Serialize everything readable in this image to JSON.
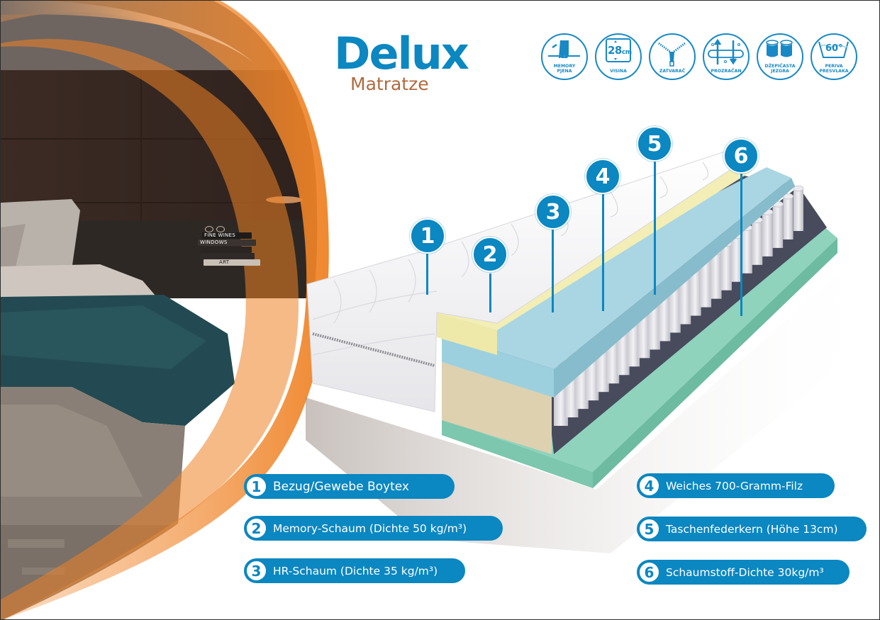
{
  "brand": {
    "title": "Delux",
    "subtitle": "Matratze",
    "title_color": "#0b87c1",
    "subtitle_color": "#b06a3e"
  },
  "features": [
    {
      "icon": "memory-foam-hand-icon",
      "label_line1": "MEMORY",
      "label_line2": "PJENA"
    },
    {
      "icon": "height-icon",
      "value": "28",
      "unit": "cm",
      "label_line1": "VISINA",
      "label_line2": ""
    },
    {
      "icon": "zipper-icon",
      "label_line1": "ZATVARAČ",
      "label_line2": ""
    },
    {
      "icon": "breathable-icon",
      "label_line1": "PROZRAČAN",
      "label_line2": ""
    },
    {
      "icon": "pocket-spring-icon",
      "label_line1": "DŽEPIČASTA",
      "label_line2": "JEZGRA"
    },
    {
      "icon": "wash-60-icon",
      "value": "60°",
      "label_line1": "PERIVA",
      "label_line2": "PRESVLAKA"
    }
  ],
  "photo_books": [
    "FINE WINES",
    "WINDOWS",
    "ART"
  ],
  "markers": [
    "1",
    "2",
    "3",
    "4",
    "5",
    "6"
  ],
  "layers": [
    {
      "number": "1",
      "label": "Bezug/Gewebe Boytex",
      "color": "#f4f4f6"
    },
    {
      "number": "2",
      "label": "Memory-Schaum (Dichte 50 kg/m³)",
      "color": "#eee9a8"
    },
    {
      "number": "3",
      "label": "HR-Schaum (Dichte 35 kg/m³)",
      "color": "#a9d6e2"
    },
    {
      "number": "4",
      "label": "Weiches 700-Gramm-Filz",
      "color": "#4a4e5e"
    },
    {
      "number": "5",
      "label": "Taschenfederkern (Höhe 13cm)",
      "color": "#d8d8de"
    },
    {
      "number": "6",
      "label": "Schaumstoff-Dichte 30kg/m³",
      "color": "#8fd3bd"
    }
  ],
  "accent_color": "#0b87c1",
  "orange_color": "#ef8225"
}
